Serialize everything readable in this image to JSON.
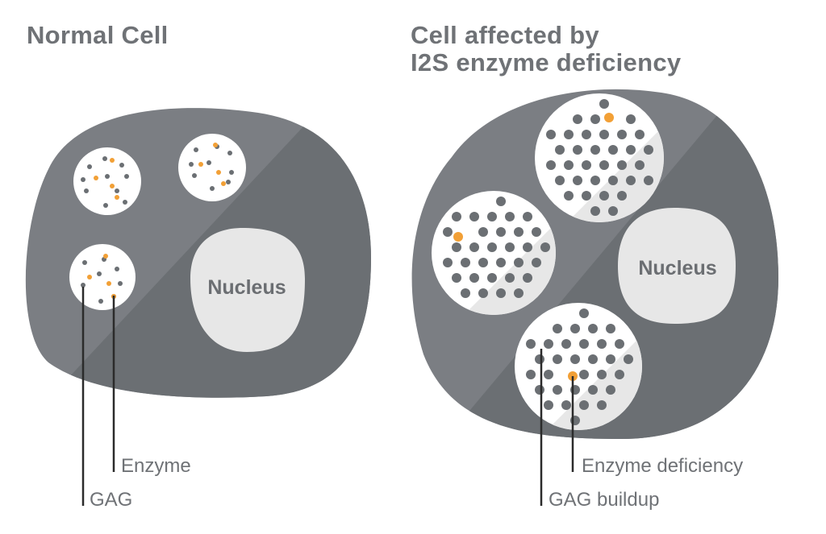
{
  "titles": {
    "normal": "Normal Cell",
    "affected_line1": "Cell affected by",
    "affected_line2": "I2S enzyme deficiency"
  },
  "nucleus_label": "Nucleus",
  "labels": {
    "enzyme": "Enzyme",
    "gag": "GAG",
    "enzyme_deficiency": "Enzyme deficiency",
    "gag_buildup": "GAG buildup"
  },
  "colors": {
    "cell_light": "#7b7e83",
    "cell_dark": "#6b6f73",
    "vesicle_fill": "#ffffff",
    "nucleus_fill": "#e7e7e7",
    "gag_dot": "#6b6f73",
    "enzyme_dot": "#f2a036",
    "leader_line": "#2b2b2b",
    "text": "#6f7276"
  }
}
